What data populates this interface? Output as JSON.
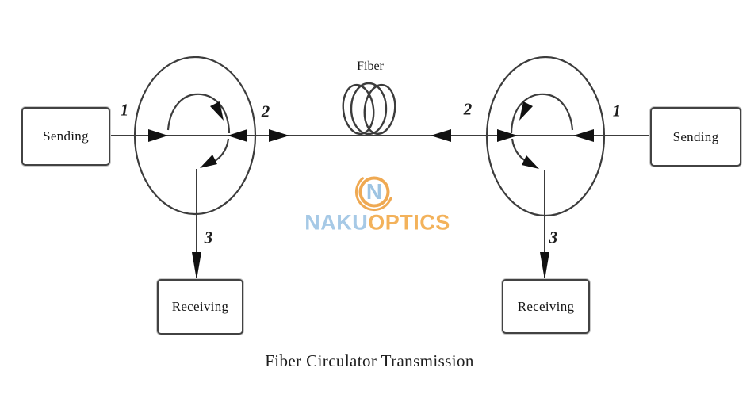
{
  "diagram": {
    "caption": "Fiber Circulator Transmission",
    "fiber_label": "Fiber",
    "left_terminal": {
      "sending": "Sending",
      "receiving": "Receiving",
      "port_1": "1",
      "port_2": "2",
      "port_3": "3"
    },
    "right_terminal": {
      "sending": "Sending",
      "receiving": "Receiving",
      "port_1": "1",
      "port_2": "2",
      "port_3": "3"
    }
  },
  "watermark": {
    "monogram": "N",
    "name_part_blue": "NAKU",
    "name_part_orange": "OPTICS",
    "blue_color": "#9EC4E2",
    "orange_color": "#EFA952"
  },
  "colors": {
    "ink": "#3c3c3c",
    "arrow_fill": "#111111",
    "background": "#ffffff"
  }
}
